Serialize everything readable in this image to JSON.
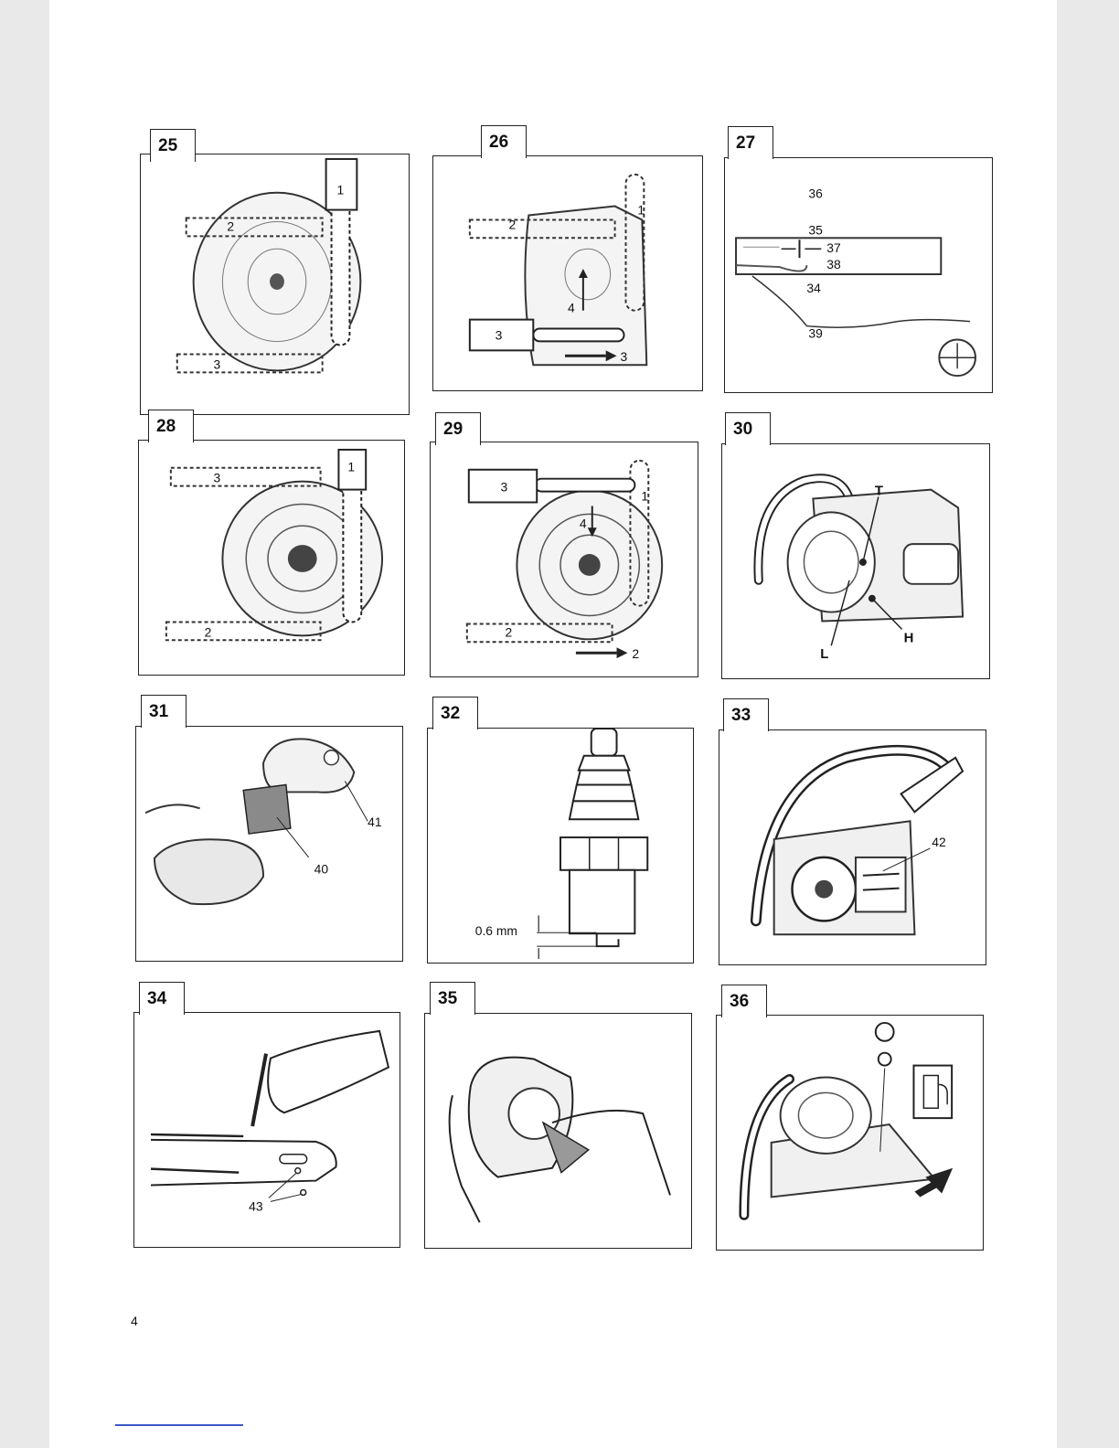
{
  "figures": [
    {
      "number": "25",
      "labels": [
        "1",
        "2",
        "3"
      ]
    },
    {
      "number": "26",
      "labels": [
        "1",
        "2",
        "3",
        "4",
        "3"
      ]
    },
    {
      "number": "27",
      "labels": [
        "36",
        "35",
        "37",
        "38",
        "34",
        "39"
      ]
    },
    {
      "number": "28",
      "labels": [
        "1",
        "3",
        "2"
      ]
    },
    {
      "number": "29",
      "labels": [
        "3",
        "1",
        "4",
        "2",
        "2"
      ]
    },
    {
      "number": "30",
      "labels": [
        "T",
        "L",
        "H"
      ]
    },
    {
      "number": "31",
      "labels": [
        "41",
        "40"
      ]
    },
    {
      "number": "32",
      "labels": [
        "0.6 mm"
      ]
    },
    {
      "number": "33",
      "labels": [
        "42"
      ]
    },
    {
      "number": "34",
      "labels": [
        "43"
      ]
    },
    {
      "number": "35",
      "labels": []
    },
    {
      "number": "36",
      "labels": []
    }
  ],
  "page_number": "4"
}
